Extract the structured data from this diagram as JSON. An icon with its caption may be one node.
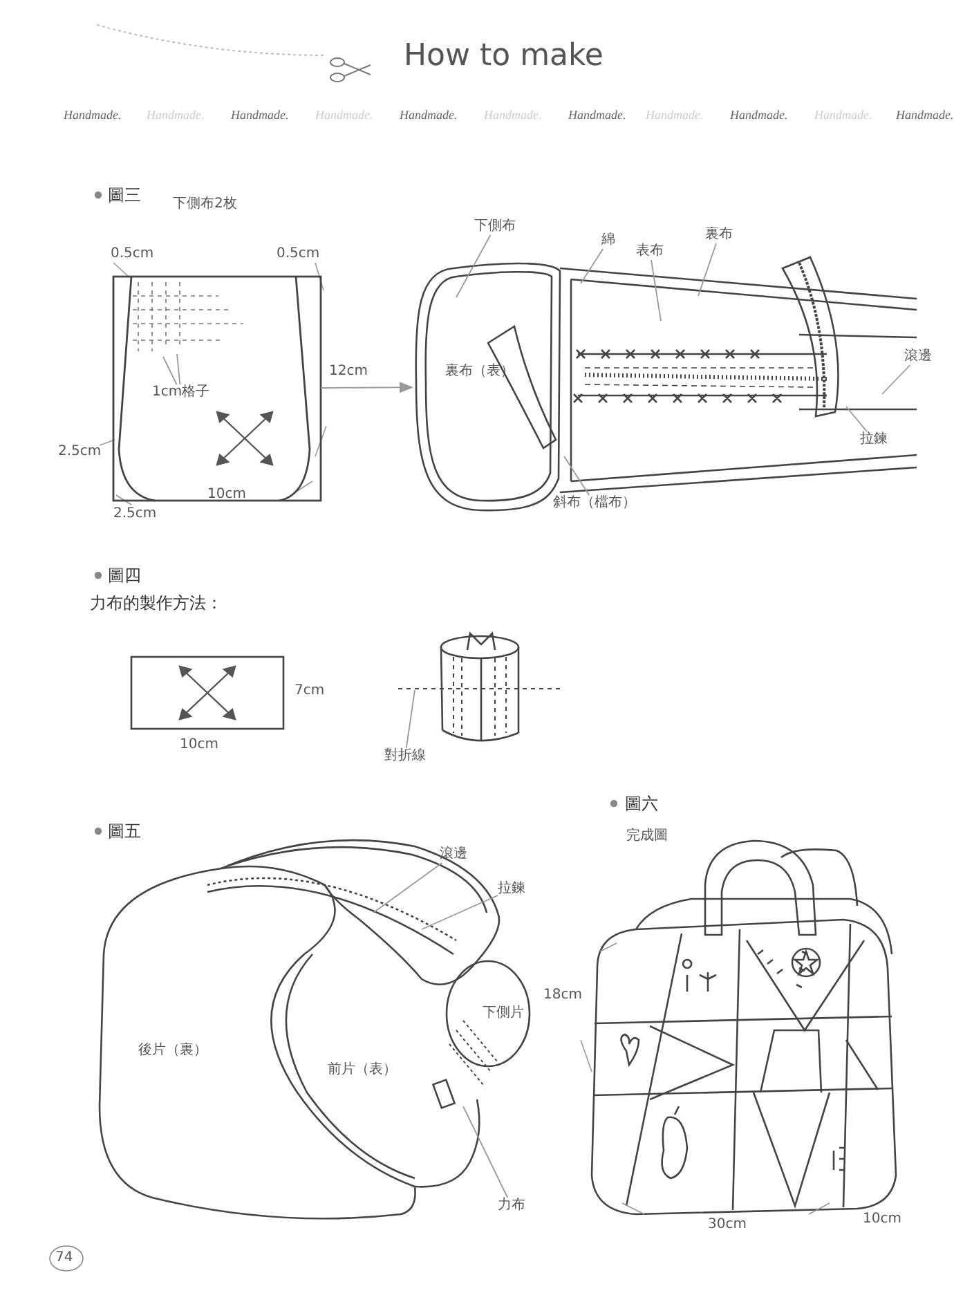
{
  "diagram": {
    "title": "How to make",
    "nodes": [
      {
        "text": [],
        "shape": "picture"
      },
      {
        "text": [],
        "shape": "picture"
      },
      {
        "text": [
          "1cm格子"
        ],
        "in": 0
      },
      {
        "text": [
          "下側布"
        ]
      },
      {
        "text": [
          "綿"
        ]
      },
      {
        "text": [
          "表布"
        ]
      },
      {
        "text": [
          "裏布"
        ]
      },
      {
        "text": [
          "滾邊"
        ]
      },
      {
        "text": [
          "拉鍊"
        ],
        "in": 1
      },
      {
        "text": [
          "斜布（檔布）"
        ],
        "in": 1
      },
      {
        "text": [
          "對折線"
        ]
      },
      {
        "text": [
          "滾邊"
        ]
      },
      {
        "text": [
          "拉鍊"
        ]
      },
      {
        "text": [
          "力布"
        ]
      }
    ],
    "edges": [
      {
        "from": 0,
        "to": 1,
        "arrow": "to"
      },
      {
        "from": 2,
        "to": null,
        "arrow": "none"
      },
      {
        "from": 2,
        "to": null,
        "arrow": "none"
      },
      {
        "from": 3,
        "to": 1,
        "arrow": "none"
      },
      {
        "from": 4,
        "to": 1,
        "arrow": "none"
      },
      {
        "from": 5,
        "to": 1,
        "arrow": "none"
      },
      {
        "from": 6,
        "to": 1,
        "arrow": "none"
      },
      {
        "from": 7,
        "to": 1,
        "arrow": "none"
      },
      {
        "from": 8,
        "to": 1,
        "arrow": "none"
      },
      {
        "from": 9,
        "to": 1,
        "arrow": "none"
      },
      {
        "from": 10,
        "to": null,
        "arrow": "none"
      },
      {
        "from": 11,
        "to": null,
        "arrow": "none"
      },
      {
        "from": 12,
        "to": null,
        "arrow": "none"
      },
      {
        "from": 13,
        "to": null,
        "arrow": "none"
      }
    ],
    "labels": [
      "Handmade.",
      "Handmade.",
      "Handmade.",
      "Handmade.",
      "Handmade.",
      "Handmade.",
      "Handmade.",
      "Handmade.",
      "Handmade.",
      "Handmade.",
      "Handmade.",
      "圖三",
      "下側布2枚",
      "0.5cm",
      "0.5cm",
      "12cm",
      "裏布（表）",
      "2.5cm",
      "10cm",
      "2.5cm",
      "圖四",
      "力布的製作方法：",
      "7cm",
      "10cm",
      "圖六",
      "圖五",
      "完成圖",
      "後片（裏）",
      "前片（表）",
      "下側片",
      "18cm",
      "30cm",
      "10cm",
      "74"
    ]
  }
}
